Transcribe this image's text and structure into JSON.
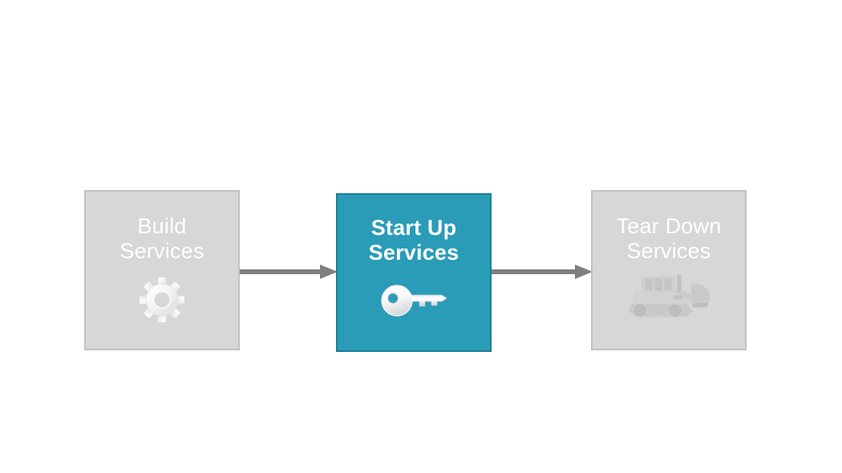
{
  "diagram": {
    "type": "process-flow",
    "orientation": "horizontal",
    "background_color": "#ffffff",
    "nodes": [
      {
        "id": "build-services",
        "label": "Build\nServices",
        "icon": "gear-icon",
        "state": "inactive",
        "fill_color": "#d7d7d7",
        "border_color": "#c2c2c2",
        "text_color": "#ffffff"
      },
      {
        "id": "start-up-services",
        "label": "Start Up\nServices",
        "icon": "key-icon",
        "state": "active",
        "fill_color": "#2a9cb8",
        "border_color": "#1d7d94",
        "text_color": "#ffffff"
      },
      {
        "id": "tear-down-services",
        "label": "Tear Down\nServices",
        "icon": "bulldozer-icon",
        "state": "inactive",
        "fill_color": "#d7d7d7",
        "border_color": "#c2c2c2",
        "text_color": "#ffffff"
      }
    ],
    "connectors": [
      {
        "id": "arrow-build-to-startup",
        "from": "build-services",
        "to": "start-up-services",
        "style": "solid-arrow",
        "color": "#7f7f7f"
      },
      {
        "id": "arrow-startup-to-teardown",
        "from": "start-up-services",
        "to": "tear-down-services",
        "style": "solid-arrow",
        "color": "#7f7f7f"
      }
    ]
  }
}
